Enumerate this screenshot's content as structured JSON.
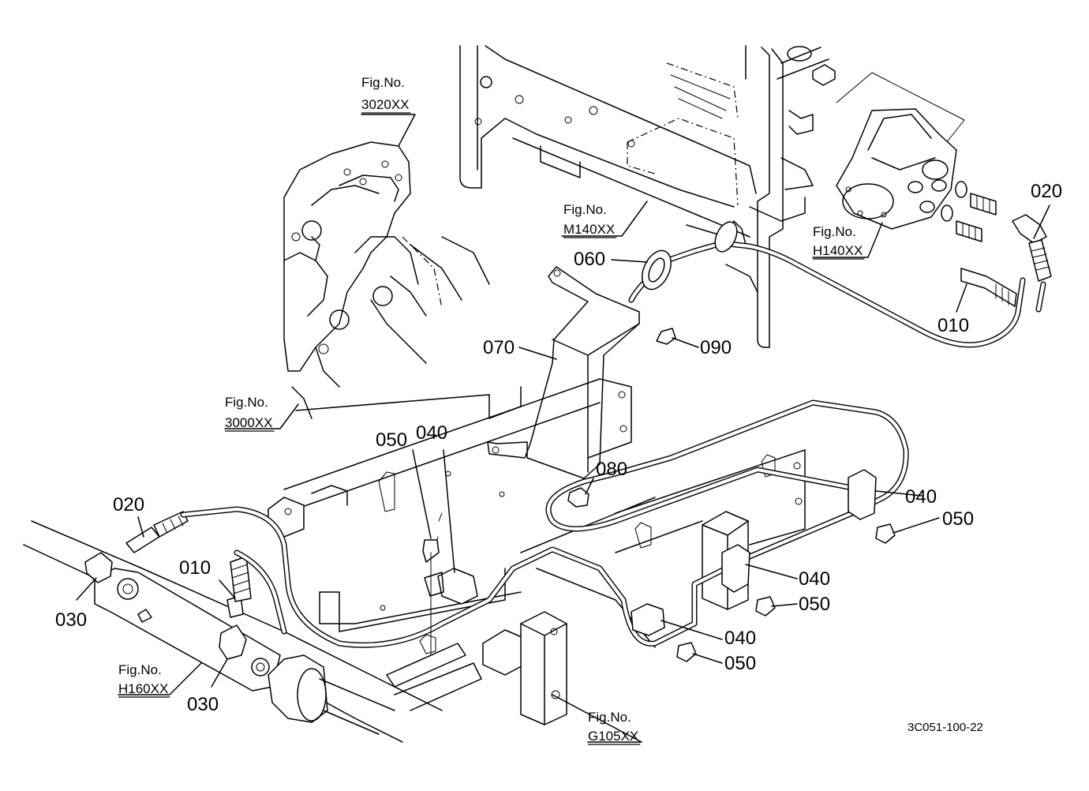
{
  "figure_refs": {
    "engine_upper": {
      "caption": "Fig.No.",
      "code": "3020XX"
    },
    "engine_lower": {
      "caption": "Fig.No.",
      "code": "3000XX"
    },
    "frame": {
      "caption": "Fig.No.",
      "code": "M140XX"
    },
    "steering_unit": {
      "caption": "Fig.No.",
      "code": "H140XX"
    },
    "cylinder": {
      "caption": "Fig.No.",
      "code": "H160XX"
    },
    "axle": {
      "caption": "Fig.No.",
      "code": "G105XX"
    }
  },
  "part_labels": {
    "p020_right": "020",
    "p010_right": "010",
    "p060": "060",
    "p090": "090",
    "p070": "070",
    "p080": "080",
    "p050_top": "050",
    "p040_top": "040",
    "p040_right1": "040",
    "p050_right1": "050",
    "p040_right2": "040",
    "p050_right2": "050",
    "p040_right3": "040",
    "p050_right3": "050",
    "p020_left": "020",
    "p010_left": "010",
    "p030_left": "030",
    "p030_bottom": "030"
  },
  "drawing_number": "3C051-100-22"
}
